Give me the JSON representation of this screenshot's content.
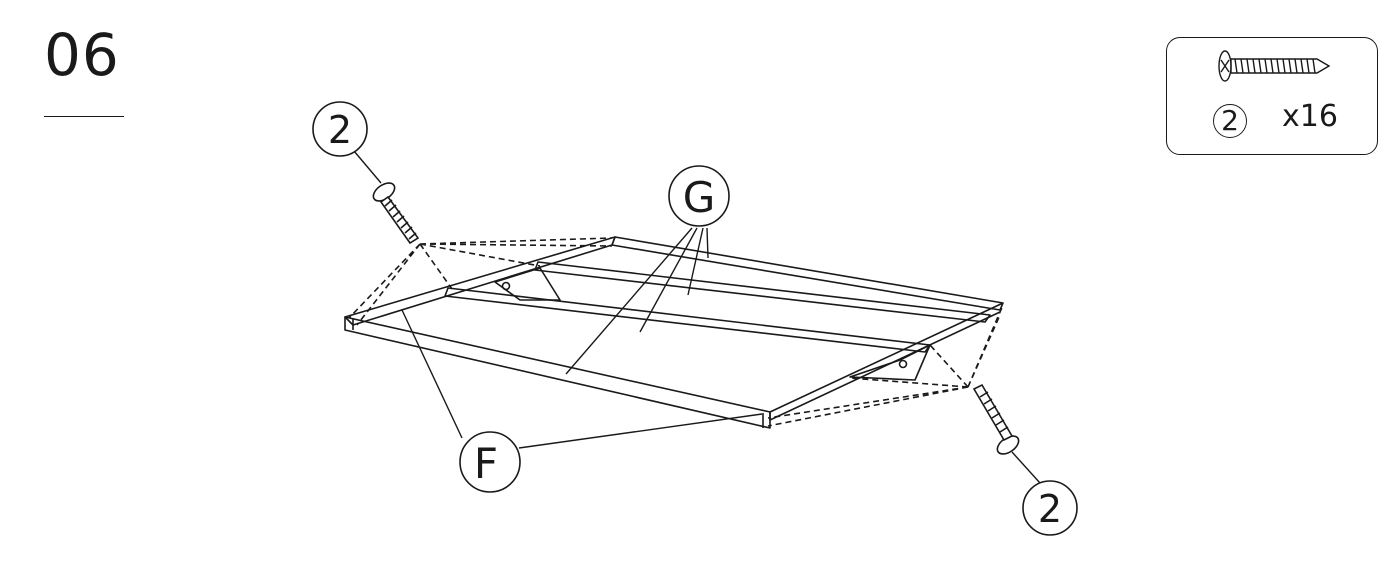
{
  "step": {
    "number": "06"
  },
  "parts_box": {
    "part_id": "2",
    "quantity": "x16",
    "part_icon": "screw-icon"
  },
  "callouts": {
    "screw_top": "2",
    "screw_bottom": "2",
    "part_g": "G",
    "part_f": "F"
  }
}
